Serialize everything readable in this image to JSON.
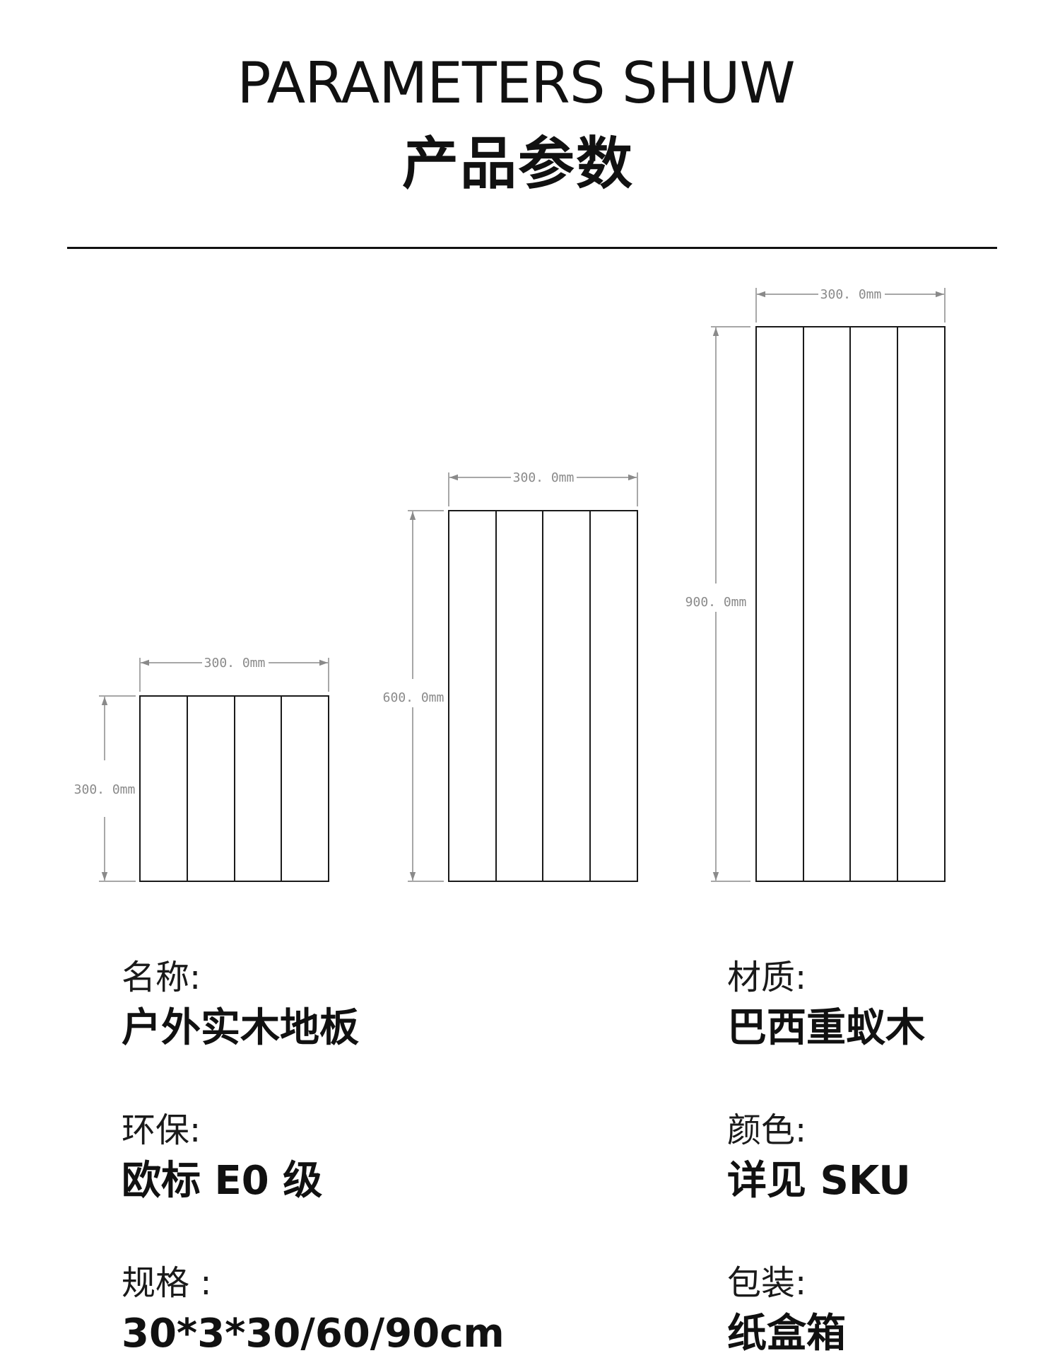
{
  "header": {
    "title_en": "PARAMETERS SHUW",
    "title_cn": "产品参数"
  },
  "diagram": {
    "panels": [
      {
        "width_label": "300. 0mm",
        "height_label": "300. 0mm",
        "planks": 4
      },
      {
        "width_label": "300. 0mm",
        "height_label": "600. 0mm",
        "planks": 4
      },
      {
        "width_label": "300. 0mm",
        "height_label": "900. 0mm",
        "planks": 4
      }
    ]
  },
  "params": {
    "name": {
      "label": "名称:",
      "value": "户外实木地板"
    },
    "material": {
      "label": "材质:",
      "value": "巴西重蚁木"
    },
    "eco": {
      "label": "环保:",
      "value": "欧标 E0 级"
    },
    "color": {
      "label": "颜色:",
      "value": "详见 SKU"
    },
    "spec": {
      "label": "规格 :",
      "value": "30*3*30/60/90cm"
    },
    "packaging": {
      "label": "包装:",
      "value": "纸盒箱"
    }
  },
  "colors": {
    "text": "#111111",
    "dimension": "#8a8a8a",
    "outline": "#1a1a1a"
  }
}
